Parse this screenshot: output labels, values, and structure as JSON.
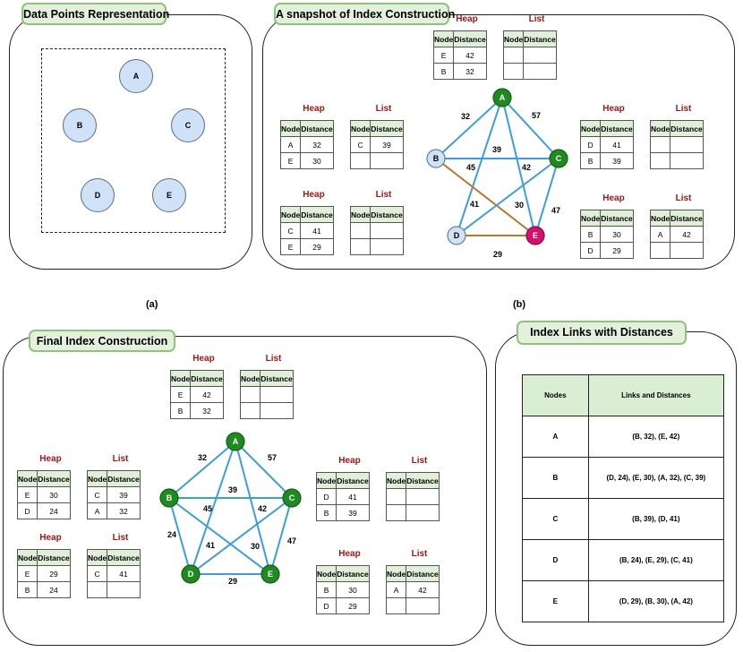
{
  "panels": {
    "data_points": {
      "title": "Data Points Representation",
      "caption": "(a)"
    },
    "snapshot": {
      "title": "A snapshot of Index Construction",
      "caption": "(b)"
    },
    "final": {
      "title": "Final Index Construction"
    },
    "links": {
      "title": "Index Links with Distances"
    }
  },
  "points": [
    "A",
    "B",
    "C",
    "D",
    "E"
  ],
  "table_labels": {
    "heap": "Heap",
    "list": "List",
    "node": "Node",
    "distance": "Distance"
  },
  "snapshot_graph": {
    "nodes": [
      {
        "id": "A",
        "state": "visited"
      },
      {
        "id": "B",
        "state": "unvisited"
      },
      {
        "id": "C",
        "state": "visited"
      },
      {
        "id": "D",
        "state": "unvisited"
      },
      {
        "id": "E",
        "state": "current"
      }
    ],
    "edges": [
      {
        "from": "A",
        "to": "B",
        "w": "32",
        "color": "blue"
      },
      {
        "from": "A",
        "to": "C",
        "w": "57",
        "color": "blue"
      },
      {
        "from": "A",
        "to": "D",
        "w": "45",
        "color": "blue"
      },
      {
        "from": "A",
        "to": "E",
        "w": "42",
        "color": "blue"
      },
      {
        "from": "B",
        "to": "C",
        "w": "39",
        "color": "blue"
      },
      {
        "from": "B",
        "to": "E",
        "w": "30",
        "color": "orange"
      },
      {
        "from": "C",
        "to": "D",
        "w": "41",
        "color": "blue"
      },
      {
        "from": "C",
        "to": "E",
        "w": "47",
        "color": "blue"
      },
      {
        "from": "D",
        "to": "E",
        "w": "29",
        "color": "orange"
      }
    ]
  },
  "snapshot_tables": {
    "A": {
      "heap": [
        [
          "E",
          "42"
        ],
        [
          "B",
          "32"
        ]
      ],
      "list": [
        [
          "",
          ""
        ],
        [
          "",
          ""
        ]
      ]
    },
    "B": {
      "heap": [
        [
          "A",
          "32"
        ],
        [
          "E",
          "30"
        ]
      ],
      "list": [
        [
          "C",
          "39"
        ],
        [
          "",
          ""
        ]
      ]
    },
    "C": {
      "heap": [
        [
          "D",
          "41"
        ],
        [
          "B",
          "39"
        ]
      ],
      "list": [
        [
          "",
          ""
        ],
        [
          "",
          ""
        ]
      ]
    },
    "D": {
      "heap": [
        [
          "C",
          "41"
        ],
        [
          "E",
          "29"
        ]
      ],
      "list": [
        [
          "",
          ""
        ],
        [
          "",
          ""
        ]
      ]
    },
    "E": {
      "heap": [
        [
          "B",
          "30"
        ],
        [
          "D",
          "29"
        ]
      ],
      "list": [
        [
          "A",
          "42"
        ],
        [
          "",
          ""
        ]
      ]
    }
  },
  "final_graph": {
    "nodes": [
      {
        "id": "A",
        "state": "visited"
      },
      {
        "id": "B",
        "state": "visited"
      },
      {
        "id": "C",
        "state": "visited"
      },
      {
        "id": "D",
        "state": "visited"
      },
      {
        "id": "E",
        "state": "visited"
      }
    ],
    "edges": [
      {
        "from": "A",
        "to": "B",
        "w": "32",
        "color": "blue"
      },
      {
        "from": "A",
        "to": "C",
        "w": "57",
        "color": "blue"
      },
      {
        "from": "A",
        "to": "D",
        "w": "45",
        "color": "blue"
      },
      {
        "from": "A",
        "to": "E",
        "w": "42",
        "color": "blue"
      },
      {
        "from": "B",
        "to": "C",
        "w": "39",
        "color": "blue"
      },
      {
        "from": "B",
        "to": "D",
        "w": "24",
        "color": "blue"
      },
      {
        "from": "B",
        "to": "E",
        "w": "30",
        "color": "blue"
      },
      {
        "from": "C",
        "to": "D",
        "w": "41",
        "color": "blue"
      },
      {
        "from": "C",
        "to": "E",
        "w": "47",
        "color": "blue"
      },
      {
        "from": "D",
        "to": "E",
        "w": "29",
        "color": "blue"
      }
    ]
  },
  "final_tables": {
    "A": {
      "heap": [
        [
          "E",
          "42"
        ],
        [
          "B",
          "32"
        ]
      ],
      "list": [
        [
          "",
          ""
        ],
        [
          "",
          ""
        ]
      ]
    },
    "B": {
      "heap": [
        [
          "E",
          "30"
        ],
        [
          "D",
          "24"
        ]
      ],
      "list": [
        [
          "C",
          "39"
        ],
        [
          "A",
          "32"
        ]
      ]
    },
    "C": {
      "heap": [
        [
          "D",
          "41"
        ],
        [
          "B",
          "39"
        ]
      ],
      "list": [
        [
          "",
          ""
        ],
        [
          "",
          ""
        ]
      ]
    },
    "D": {
      "heap": [
        [
          "E",
          "29"
        ],
        [
          "B",
          "24"
        ]
      ],
      "list": [
        [
          "C",
          "41"
        ],
        [
          "",
          ""
        ]
      ]
    },
    "E": {
      "heap": [
        [
          "B",
          "30"
        ],
        [
          "D",
          "29"
        ]
      ],
      "list": [
        [
          "A",
          "42"
        ],
        [
          "",
          ""
        ]
      ]
    }
  },
  "links_table": {
    "headers": [
      "Nodes",
      "Links and Distances"
    ],
    "rows": [
      [
        "A",
        "(B, 32), (E, 42)"
      ],
      [
        "B",
        "(D, 24),  (E, 30), (A, 32), (C, 39)"
      ],
      [
        "C",
        "(B, 39),  (D, 41)"
      ],
      [
        "D",
        "(B, 24),  (E, 29),  (C, 41)"
      ],
      [
        "E",
        "(D, 29),  (B, 30), (A, 42)"
      ]
    ]
  },
  "colors": {
    "edge_blue": "#3a9ee0",
    "edge_orange": "#b8782a",
    "node_visited": "#1f8a1f",
    "node_current": "#d3106d",
    "node_unvisited": "#cfe2f8",
    "header_red": "#a31515",
    "title_bg": "#e3f1dc"
  }
}
